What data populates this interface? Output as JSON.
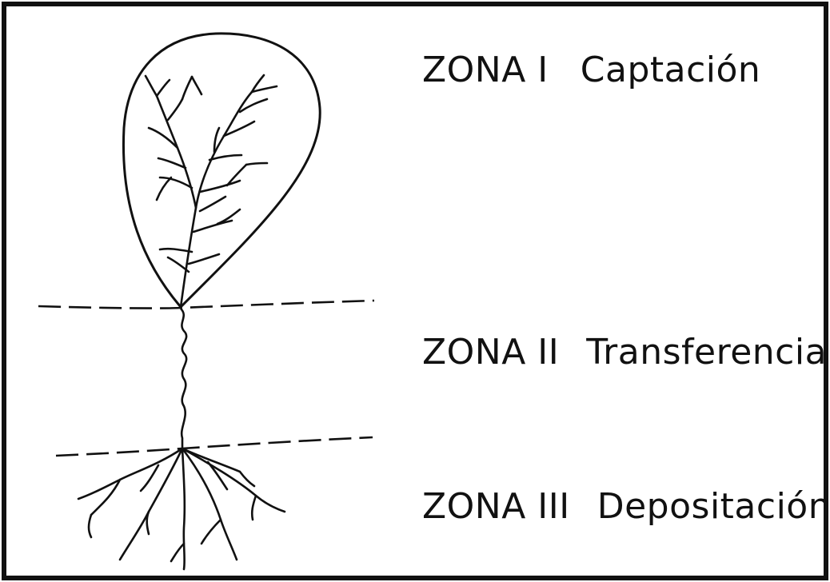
{
  "zones": [
    {
      "id": "ZONA I",
      "name": "Captación"
    },
    {
      "id": "ZONA II",
      "name": "Transferencia"
    },
    {
      "id": "ZONA III",
      "name": "Depositación"
    }
  ],
  "colors": {
    "stroke": "#111111",
    "background": "#ffffff"
  }
}
